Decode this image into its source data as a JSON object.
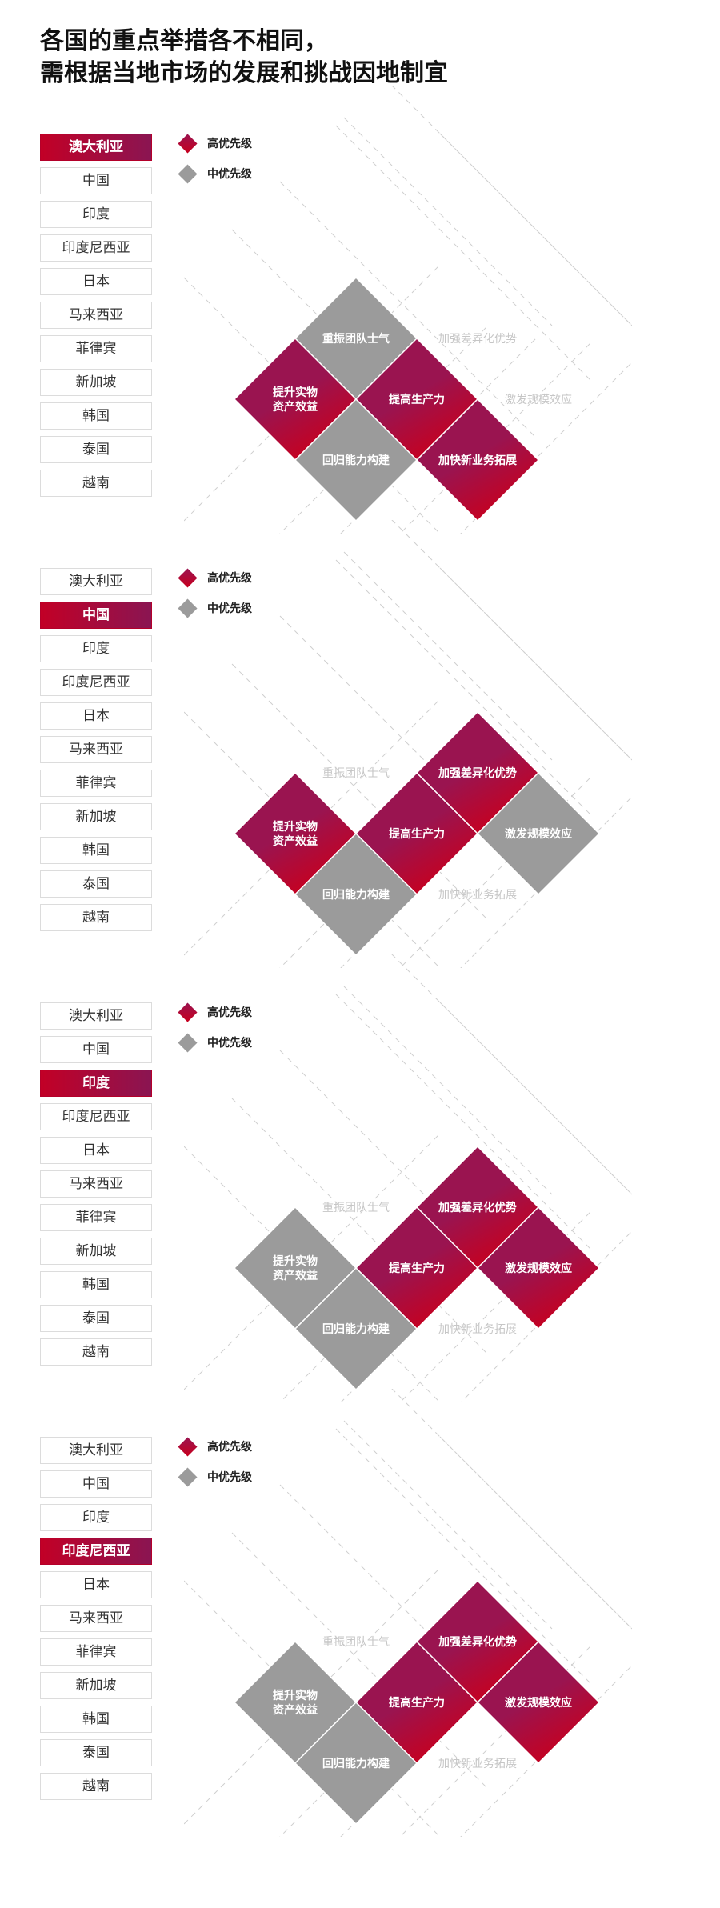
{
  "title": {
    "line1": "各国的重点举措各不相同，",
    "line2": "需根据当地市场的发展和挑战因地制宜"
  },
  "colors": {
    "high": "#9a1450",
    "high_dark": "#c8001e",
    "mid": "#9b9b9b",
    "inactive_text": "#c6c6c6",
    "grid": "#cfcfcf"
  },
  "countries": [
    "澳大利亚",
    "中国",
    "印度",
    "印度尼西亚",
    "日本",
    "马来西亚",
    "菲律宾",
    "新加坡",
    "韩国",
    "泰国",
    "越南"
  ],
  "legend": {
    "high": "高优先级",
    "mid": "中优先级"
  },
  "initiatives": [
    {
      "key": "morale",
      "label": "重振团队士气"
    },
    {
      "key": "asset",
      "label": "提升实物\n资产效益"
    },
    {
      "key": "productivity",
      "label": "提高生产力"
    },
    {
      "key": "differentiation",
      "label": "加强差异化优势"
    },
    {
      "key": "capability",
      "label": "回归能力构建"
    },
    {
      "key": "newbiz",
      "label": "加快新业务拓展"
    },
    {
      "key": "scale",
      "label": "激发规模效应"
    }
  ],
  "sections": [
    {
      "active_country": "澳大利亚",
      "priorities": {
        "morale": "mid",
        "asset": "high",
        "productivity": "high",
        "differentiation": "none",
        "capability": "mid",
        "newbiz": "high",
        "scale": "none"
      }
    },
    {
      "active_country": "中国",
      "priorities": {
        "morale": "none",
        "asset": "high",
        "productivity": "high",
        "differentiation": "high",
        "capability": "mid",
        "newbiz": "none",
        "scale": "mid"
      }
    },
    {
      "active_country": "印度",
      "priorities": {
        "morale": "none",
        "asset": "mid",
        "productivity": "high",
        "differentiation": "high",
        "capability": "mid",
        "newbiz": "none",
        "scale": "high"
      }
    },
    {
      "active_country": "印度尼西亚",
      "priorities": {
        "morale": "none",
        "asset": "mid",
        "productivity": "high",
        "differentiation": "high",
        "capability": "mid",
        "newbiz": "none",
        "scale": "high"
      }
    }
  ]
}
